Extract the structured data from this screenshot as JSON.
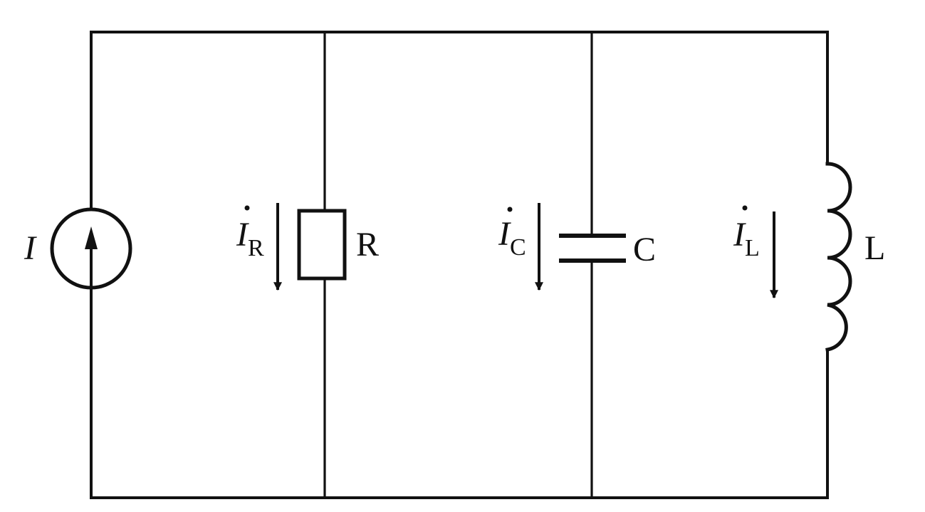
{
  "diagram": {
    "source": {
      "symbol": "I"
    },
    "resistor": {
      "name": "R",
      "current_symbol": "I",
      "current_subscript": "R"
    },
    "capacitor": {
      "name": "C",
      "current_symbol": "I",
      "current_subscript": "C"
    },
    "inductor": {
      "name": "L",
      "current_symbol": "I",
      "current_subscript": "L"
    },
    "colors": {
      "line": "#111111",
      "background": "#ffffff"
    }
  }
}
